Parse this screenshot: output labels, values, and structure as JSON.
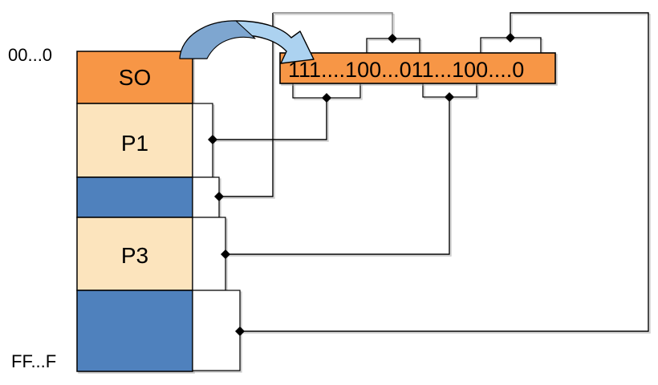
{
  "diagram": {
    "type": "memory-bitmap-mapping",
    "address_top": "00...0",
    "address_bottom": "FF...F",
    "segments": [
      {
        "id": "so",
        "label": "SO",
        "kind": "os"
      },
      {
        "id": "p1",
        "label": "P1",
        "kind": "process"
      },
      {
        "id": "hole1",
        "label": "",
        "kind": "free"
      },
      {
        "id": "p3",
        "label": "P3",
        "kind": "process"
      },
      {
        "id": "hole2",
        "label": "",
        "kind": "free"
      }
    ],
    "bitmap": "111....100...011...100....0",
    "arrow": "curved-mapping-arrow"
  },
  "colors": {
    "os_orange": "#F79646",
    "process_cream": "#FCE4BD",
    "free_blue": "#4F81BD",
    "notch_white": "#FFFFFF",
    "connector_black": "#000000",
    "connector_gray": "#808080",
    "arrow_light": "#ACD2F0",
    "arrow_dark": "#7EA6D0"
  }
}
